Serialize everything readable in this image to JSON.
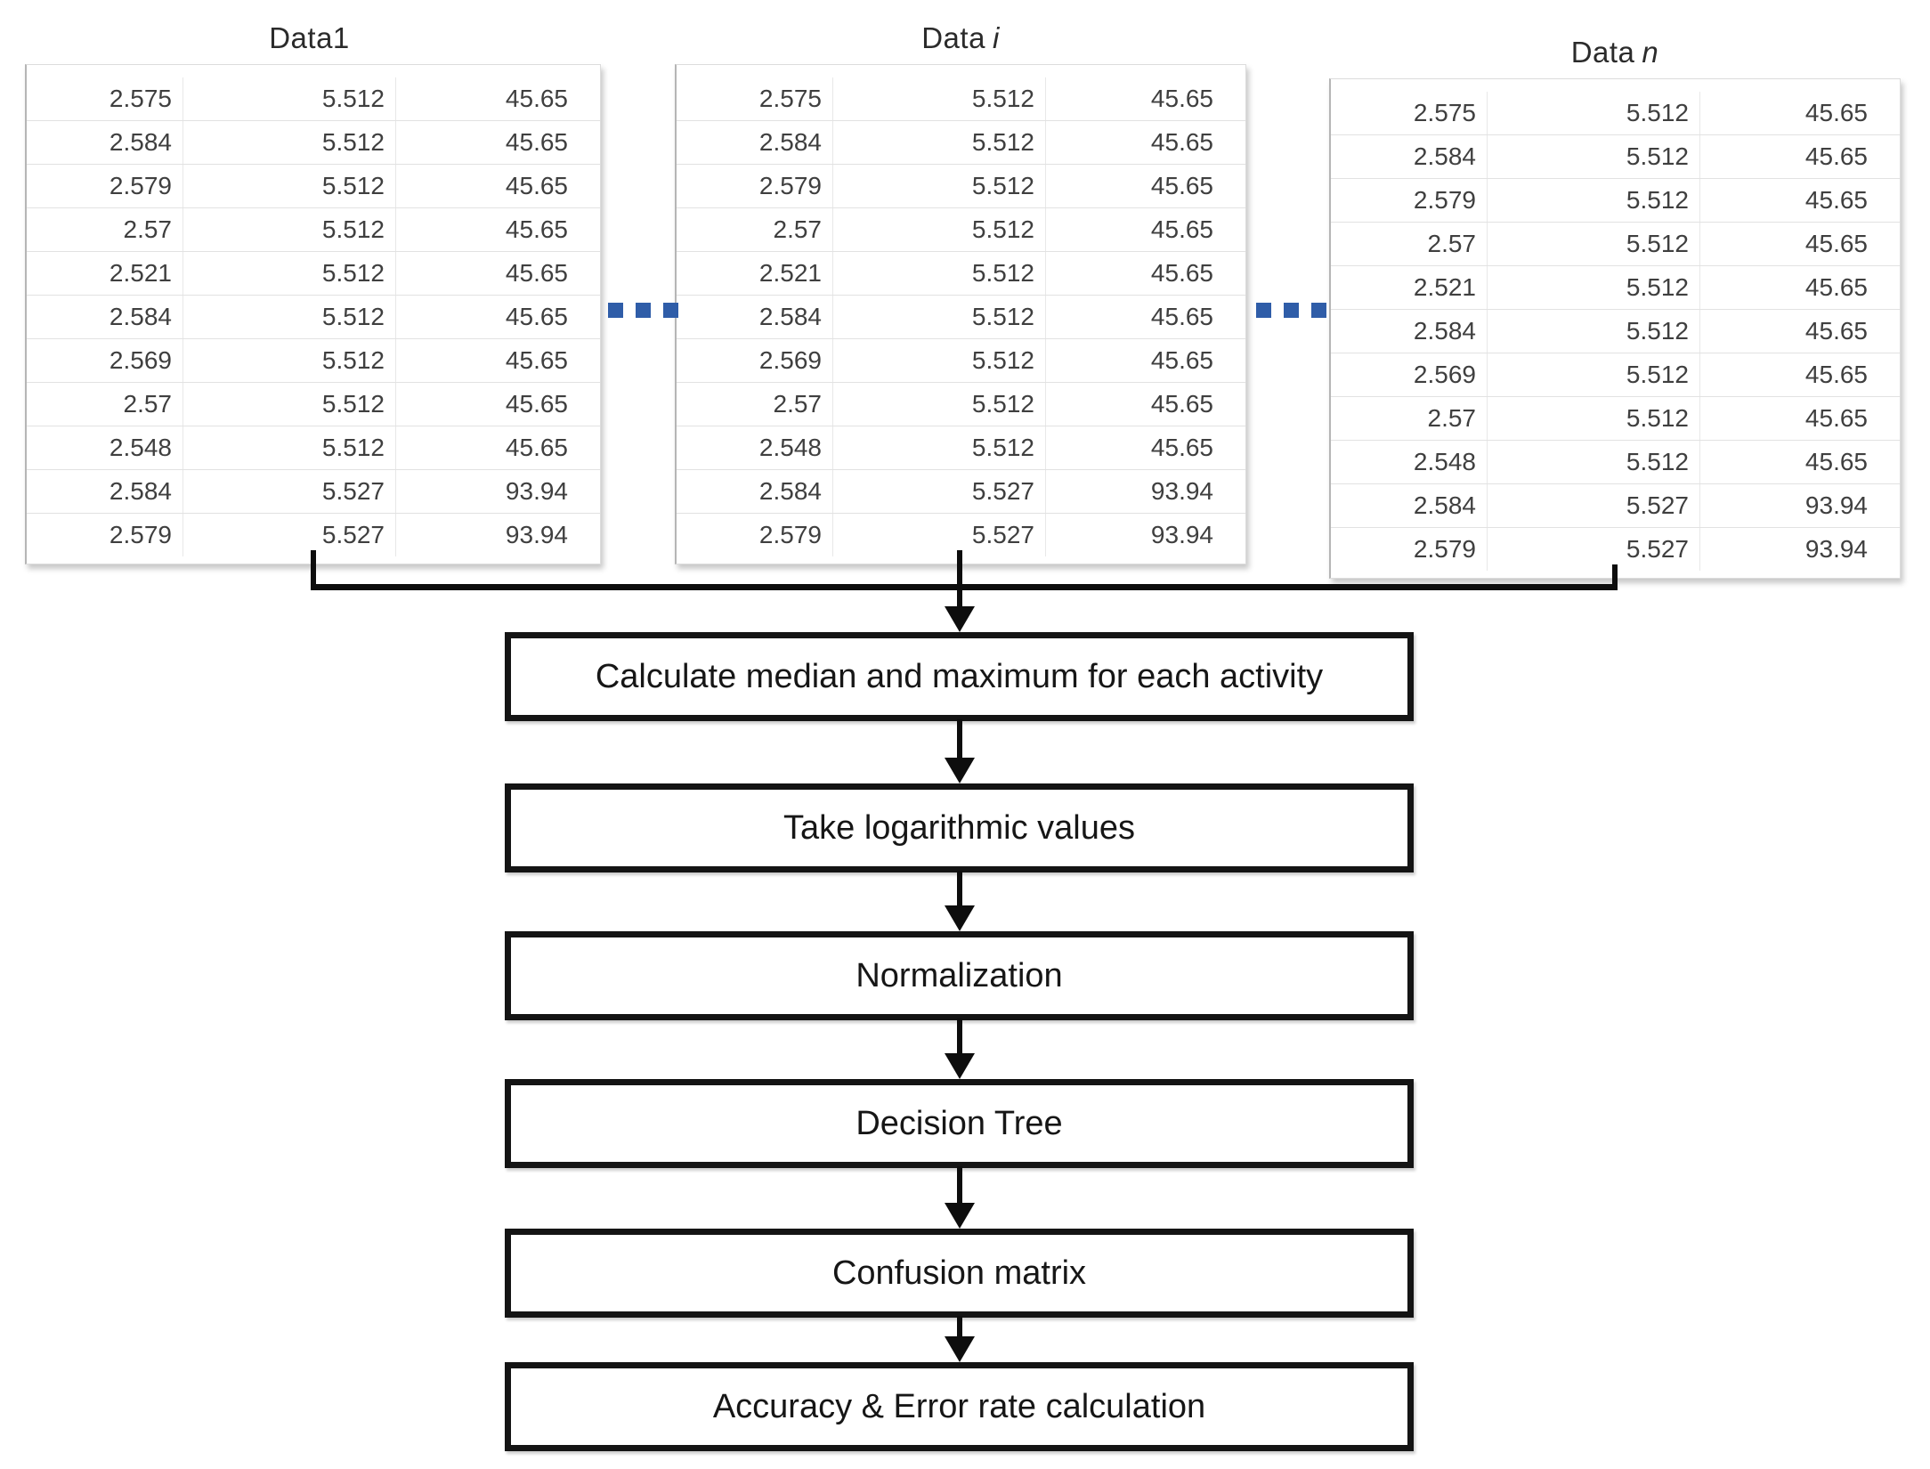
{
  "diagram": {
    "separator_color": "#2f5da8",
    "tables": [
      {
        "title_text": "Data1",
        "title_italic": "",
        "rows": [
          [
            "2.575",
            "5.512",
            "45.65"
          ],
          [
            "2.584",
            "5.512",
            "45.65"
          ],
          [
            "2.579",
            "5.512",
            "45.65"
          ],
          [
            "2.57",
            "5.512",
            "45.65"
          ],
          [
            "2.521",
            "5.512",
            "45.65"
          ],
          [
            "2.584",
            "5.512",
            "45.65"
          ],
          [
            "2.569",
            "5.512",
            "45.65"
          ],
          [
            "2.57",
            "5.512",
            "45.65"
          ],
          [
            "2.548",
            "5.512",
            "45.65"
          ],
          [
            "2.584",
            "5.527",
            "93.94"
          ],
          [
            "2.579",
            "5.527",
            "93.94"
          ]
        ]
      },
      {
        "title_text": "Data",
        "title_italic": "i",
        "rows": [
          [
            "2.575",
            "5.512",
            "45.65"
          ],
          [
            "2.584",
            "5.512",
            "45.65"
          ],
          [
            "2.579",
            "5.512",
            "45.65"
          ],
          [
            "2.57",
            "5.512",
            "45.65"
          ],
          [
            "2.521",
            "5.512",
            "45.65"
          ],
          [
            "2.584",
            "5.512",
            "45.65"
          ],
          [
            "2.569",
            "5.512",
            "45.65"
          ],
          [
            "2.57",
            "5.512",
            "45.65"
          ],
          [
            "2.548",
            "5.512",
            "45.65"
          ],
          [
            "2.584",
            "5.527",
            "93.94"
          ],
          [
            "2.579",
            "5.527",
            "93.94"
          ]
        ]
      },
      {
        "title_text": "Data",
        "title_italic": "n",
        "rows": [
          [
            "2.575",
            "5.512",
            "45.65"
          ],
          [
            "2.584",
            "5.512",
            "45.65"
          ],
          [
            "2.579",
            "5.512",
            "45.65"
          ],
          [
            "2.57",
            "5.512",
            "45.65"
          ],
          [
            "2.521",
            "5.512",
            "45.65"
          ],
          [
            "2.584",
            "5.512",
            "45.65"
          ],
          [
            "2.569",
            "5.512",
            "45.65"
          ],
          [
            "2.57",
            "5.512",
            "45.65"
          ],
          [
            "2.548",
            "5.512",
            "45.65"
          ],
          [
            "2.584",
            "5.527",
            "93.94"
          ],
          [
            "2.579",
            "5.527",
            "93.94"
          ]
        ]
      }
    ],
    "flow_steps": [
      "Calculate median and maximum for each activity",
      "Take logarithmic values",
      "Normalization",
      "Decision Tree",
      "Confusion matrix",
      "Accuracy & Error rate calculation"
    ]
  }
}
